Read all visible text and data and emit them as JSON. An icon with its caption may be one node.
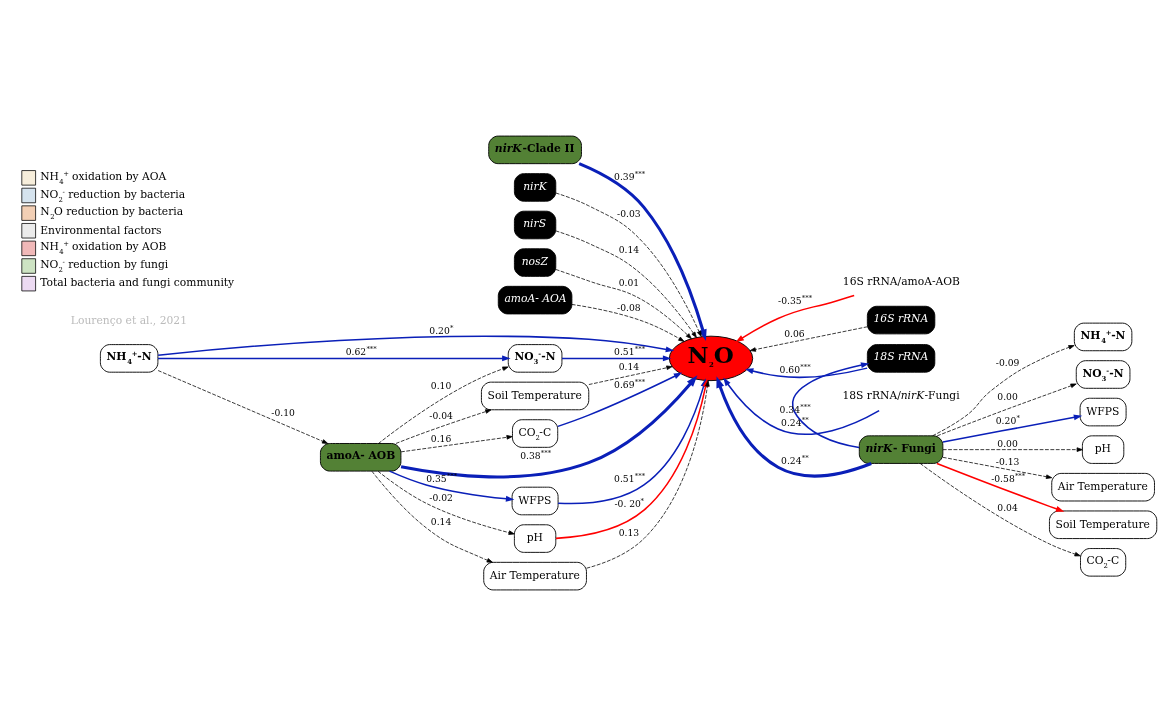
{
  "diagram": {
    "nodes": [
      {
        "text": [
          "*nirK*-Clade II"
        ]
      },
      {
        "text": [
          "*nirK*"
        ]
      },
      {
        "text": [
          "*nirS*"
        ]
      },
      {
        "text": [
          "*nosZ*"
        ]
      },
      {
        "text": [
          "amoA- AOA"
        ]
      },
      {
        "text": [
          "16S rRNA/amoA-AOB"
        ]
      },
      {
        "text": [
          "*16S rRNA*"
        ]
      },
      {
        "text": [
          "*18S rRNA*"
        ]
      },
      {
        "text": [
          "18S rRNA/*nirK*-Fungi"
        ]
      },
      {
        "text": [
          "NH$_{4}$$^{+}$-N"
        ]
      },
      {
        "text": [
          "NO$_{3}$$^{-}$-N"
        ]
      },
      {
        "text": [
          "N$_{2}$O"
        ]
      },
      {
        "text": [
          "amoA- AOB"
        ]
      },
      {
        "text": [
          "*nirK*- Fungi"
        ]
      },
      {
        "text": [
          "NH$_{4}$$^{+}$-N"
        ]
      },
      {
        "text": [
          "NO$_{3}$$^{-}$-N"
        ]
      },
      {
        "text": [
          "WFPS"
        ]
      },
      {
        "text": [
          "pH"
        ]
      },
      {
        "text": [
          "Air Temperature"
        ]
      },
      {
        "text": [
          "Soil Temperature"
        ]
      },
      {
        "text": [
          "CO$_{2}$-C"
        ]
      },
      {
        "text": [
          "WFPS"
        ]
      },
      {
        "text": [
          "pH"
        ]
      },
      {
        "text": [
          "Air Temperature"
        ]
      },
      {
        "text": [
          "Soil Temperature"
        ]
      },
      {
        "text": [
          "CO$_{2}$-C"
        ]
      }
    ],
    "edges": [
      {
        "from": 0,
        "to": 11,
        "arrow": "to",
        "label": "0.39$^{***}$",
        "style": "thick",
        "color": "#0a1fb8"
      },
      {
        "from": 1,
        "to": 11,
        "arrow": "to",
        "label": "-0.03",
        "style": "dashed"
      },
      {
        "from": 2,
        "to": 11,
        "arrow": "to",
        "label": "0.14",
        "style": "dashed"
      },
      {
        "from": 3,
        "to": 11,
        "arrow": "to",
        "label": "0.01",
        "style": "dashed"
      },
      {
        "from": 4,
        "to": 11,
        "arrow": "to",
        "label": "-0.08",
        "style": "dashed"
      },
      {
        "from": 5,
        "to": 11,
        "arrow": "to",
        "label": "-0.35$^{***}$",
        "color": "#ff0000"
      },
      {
        "from": 6,
        "to": 11,
        "arrow": "to",
        "label": "0.06",
        "style": "dashed"
      },
      {
        "from": 7,
        "to": 11,
        "arrow": "to",
        "label": "0.60$^{***}$",
        "color": "#0a1fb8"
      },
      {
        "from": 8,
        "to": 11,
        "arrow": "to",
        "label": "0.24$^{**}$",
        "color": "#0a1fb8"
      },
      {
        "from": 9,
        "to": 11,
        "arrow": "to",
        "label": "0.20$^{*}$",
        "color": "#0a1fb8"
      },
      {
        "from": 9,
        "to": 10,
        "arrow": "to",
        "label": "0.62$^{***}$",
        "color": "#0a1fb8"
      },
      {
        "from": 10,
        "to": 11,
        "arrow": "to",
        "label": "0.51$^{***}$",
        "color": "#0a1fb8"
      },
      {
        "from": 9,
        "to": 12,
        "arrow": "to",
        "label": "-0.10",
        "style": "dashed"
      },
      {
        "from": 12,
        "to": 10,
        "arrow": "to",
        "label": "0.10",
        "style": "dashed"
      },
      {
        "from": 12,
        "to": 11,
        "arrow": "to",
        "label": "0.38$^{***}$",
        "style": "thick",
        "color": "#0a1fb8"
      },
      {
        "from": 13,
        "to": 11,
        "arrow": "to",
        "label": "0.24$^{**}$",
        "style": "thick",
        "color": "#0a1fb8"
      },
      {
        "from": 13,
        "to": 7,
        "arrow": "to",
        "label": "0.34$^{***}$",
        "color": "#0a1fb8"
      },
      {
        "from": 13,
        "to": 14,
        "arrow": "to",
        "label": "-0.09",
        "style": "dashed"
      },
      {
        "from": 13,
        "to": 15,
        "arrow": "to",
        "label": "0.00",
        "style": "dashed"
      },
      {
        "from": 12,
        "to": 16,
        "arrow": "to",
        "label": "0.35$^{***}$",
        "color": "#0a1fb8"
      },
      {
        "from": 12,
        "to": 17,
        "arrow": "to",
        "label": "-0.02",
        "style": "dashed"
      },
      {
        "from": 12,
        "to": 18,
        "arrow": "to",
        "label": "0.14",
        "style": "dashed"
      },
      {
        "from": 12,
        "to": 19,
        "arrow": "to",
        "label": "-0.04",
        "style": "dashed"
      },
      {
        "from": 12,
        "to": 20,
        "arrow": "to",
        "label": "0.16",
        "style": "dashed"
      },
      {
        "from": 16,
        "to": 11,
        "arrow": "to",
        "label": "0.51$^{***}$",
        "color": "#0a1fb8"
      },
      {
        "from": 17,
        "to": 11,
        "arrow": "to",
        "label": "-0. 20$^{*}$",
        "color": "#ff0000"
      },
      {
        "from": 18,
        "to": 11,
        "arrow": "to",
        "label": "0.13",
        "style": "dashed"
      },
      {
        "from": 19,
        "to": 11,
        "arrow": "to",
        "label": "0.14",
        "style": "dashed"
      },
      {
        "from": 20,
        "to": 11,
        "arrow": "to",
        "label": "0.69$^{***}$",
        "color": "#0a1fb8"
      },
      {
        "from": 13,
        "to": 21,
        "arrow": "to",
        "label": "0.20$^{*}$",
        "color": "#0a1fb8"
      },
      {
        "from": 13,
        "to": 22,
        "arrow": "to",
        "label": "0.00",
        "style": "dashed"
      },
      {
        "from": 13,
        "to": 23,
        "arrow": "to",
        "label": "-0.13",
        "style": "dashed"
      },
      {
        "from": 13,
        "to": 24,
        "arrow": "to",
        "label": "-0.58$^{***}$",
        "color": "#ff0000"
      },
      {
        "from": 13,
        "to": 25,
        "arrow": "to",
        "label": "0.04",
        "style": "dashed"
      }
    ],
    "labels": [
      "Lourenço et al., 2021"
    ],
    "legend": [
      {
        "text": "NH$_{4}$$^{+}$ oxidation by AOA",
        "color": "#f7eedb"
      },
      {
        "text": "NO$_{2}$$^{-}$ reduction by bacteria",
        "color": "#d5e3ee"
      },
      {
        "text": "N$_{2}$O reduction by bacteria",
        "color": "#f2cfb5"
      },
      {
        "text": "Environmental factors",
        "color": "#ebebeb"
      },
      {
        "text": "NH$_{4}$$^{+}$ oxidation by AOB",
        "color": "#f0b8b8"
      },
      {
        "text": "NO$_{2}$$^{-}$ reduction by fungi",
        "color": "#cde3c3"
      },
      {
        "text": "Total bacteria and fungi community",
        "color": "#ecdaf2"
      }
    ]
  }
}
